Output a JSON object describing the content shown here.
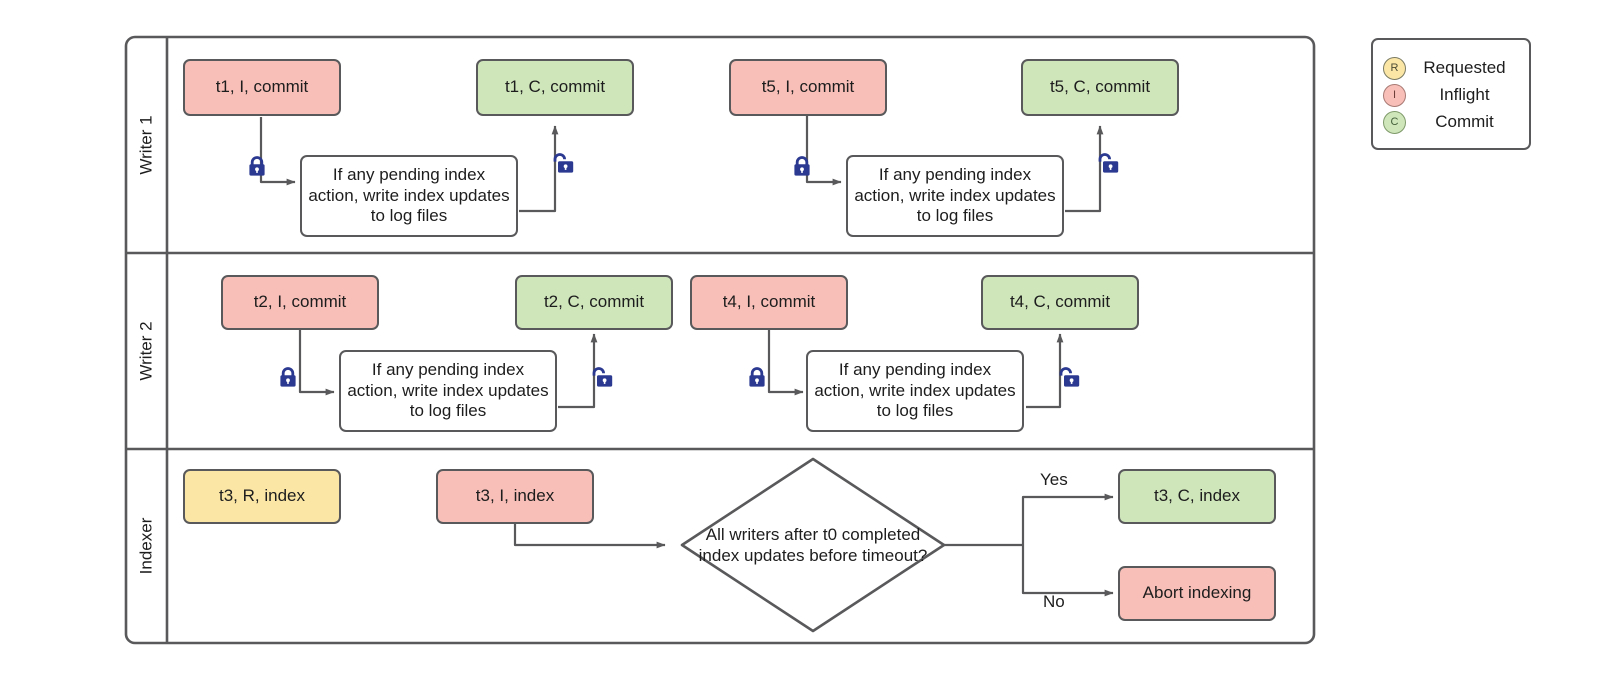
{
  "diagram": {
    "title": "Writer / Indexer swimlane flow",
    "colors": {
      "red": "#f8bfb8",
      "green": "#cfe6bb",
      "yellow": "#fbe6a6",
      "stroke": "#59595b",
      "lock": "#2b3990",
      "text": "#1d1d1d",
      "background": "#ffffff"
    }
  },
  "lanes": [
    {
      "label": "Writer 1"
    },
    {
      "label": "Writer 2"
    },
    {
      "label": "Indexer"
    }
  ],
  "writer1": {
    "inflight": "t1, I, commit",
    "commit": "t1, C, commit",
    "process": "If any pending index action, write index updates to log files",
    "inflight2": "t5, I, commit",
    "commit2": "t5, C, commit",
    "process2": "If any pending index action, write index updates to log files",
    "lock_icon": "lock-closed-icon",
    "unlock_icon": "lock-open-icon"
  },
  "writer2": {
    "inflight": "t2, I, commit",
    "commit": "t2, C, commit",
    "process": "If any pending index action, write index updates to log files",
    "inflight2": "t4, I, commit",
    "commit2": "t4, C, commit",
    "process2": "If any pending index action, write index updates to log files",
    "lock_icon": "lock-closed-icon",
    "unlock_icon": "lock-open-icon"
  },
  "indexer": {
    "requested": "t3, R, index",
    "inflight": "t3, I, index",
    "decision": "All writers after t0 completed index updates before timeout?",
    "yes_label": "Yes",
    "no_label": "No",
    "commit": "t3, C, index",
    "abort": "Abort indexing"
  },
  "legend": {
    "items": [
      {
        "key": "R",
        "label": "Requested",
        "icon": "requested-state-icon"
      },
      {
        "key": "I",
        "label": "Inflight",
        "icon": "inflight-state-icon"
      },
      {
        "key": "C",
        "label": "Commit",
        "icon": "commit-state-icon"
      }
    ]
  }
}
